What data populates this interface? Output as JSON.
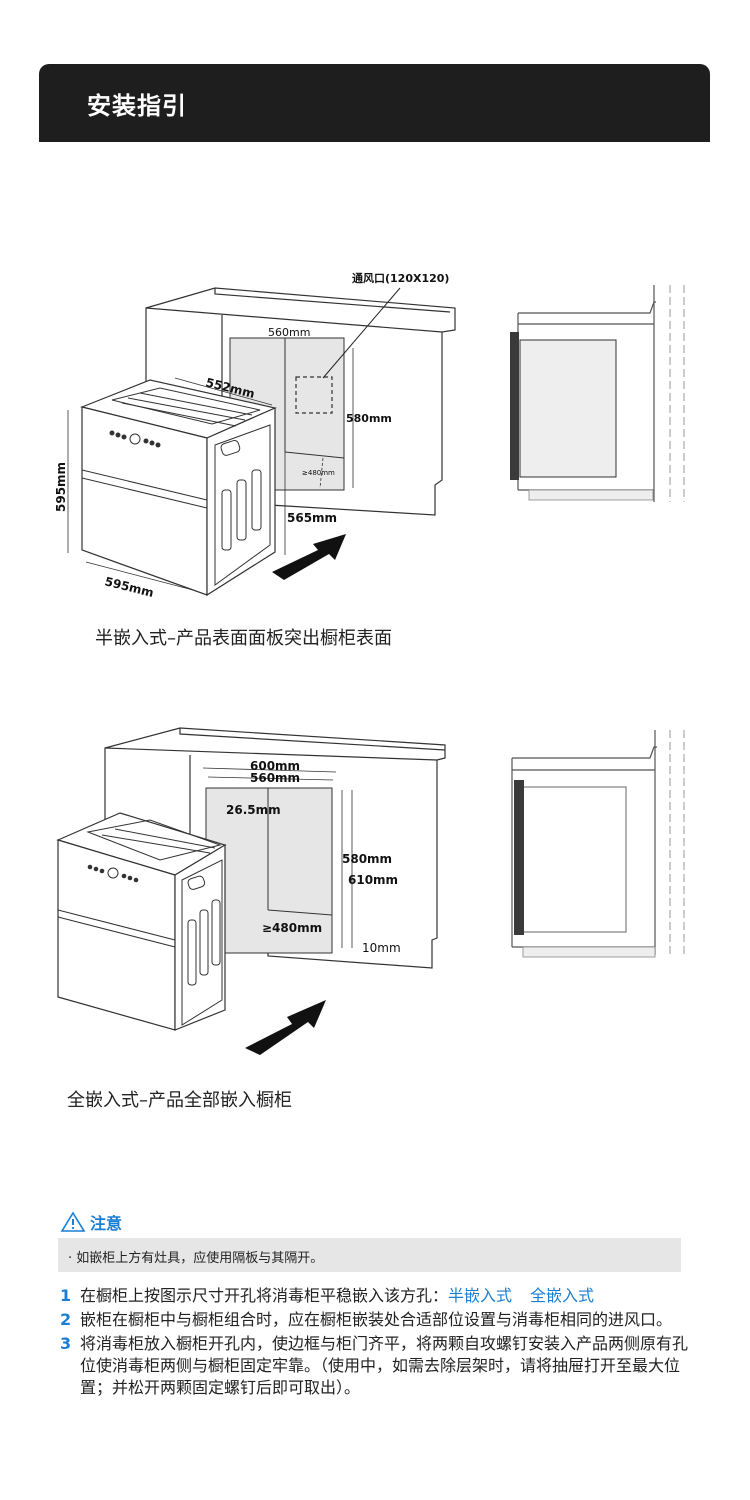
{
  "header": {
    "title": "安装指引"
  },
  "figure1": {
    "vent_label": "通风口(120X120)",
    "dim_560": "560mm",
    "dim_552": "552mm",
    "dim_580": "580mm",
    "dim_480": "≥480mm",
    "dim_595_h": "595mm",
    "dim_595_w": "595mm",
    "dim_565": "565mm",
    "caption": "半嵌入式–产品表面面板突出橱柜表面"
  },
  "figure2": {
    "dim_600": "600mm",
    "dim_560": "560mm",
    "dim_26_5": "26.5mm",
    "dim_580": "580mm",
    "dim_610": "610mm",
    "dim_480": "≥480mm",
    "dim_10": "10mm",
    "caption": "全嵌入式–产品全部嵌入橱柜"
  },
  "notice": {
    "icon": "warning-triangle-icon",
    "title": "注意",
    "bullet": "· 如嵌柜上方有灶具，应使用隔板与其隔开。"
  },
  "steps": [
    {
      "num": "1",
      "text": "在橱柜上按图示尺寸开孔将消毒柜平稳嵌入该方孔：",
      "links": [
        "半嵌入式",
        "全嵌入式"
      ]
    },
    {
      "num": "2",
      "text": "嵌柜在橱柜中与橱柜组合时，应在橱柜嵌装处合适部位设置与消毒柜相同的进风口。"
    },
    {
      "num": "3",
      "text": "将消毒柜放入橱柜开孔内，使边框与柜门齐平，将两颗自攻螺钉安装入产品两侧原有孔位使消毒柜两侧与橱柜固定牢靠。（使用中，如需去除层架时，请将抽屉打开至最大位置；并松开两颗固定螺钉后即可取出）。"
    }
  ],
  "colors": {
    "accent": "#1a7fd4",
    "header_bg": "#1e1e1e",
    "note_bg": "#e6e6e6"
  }
}
